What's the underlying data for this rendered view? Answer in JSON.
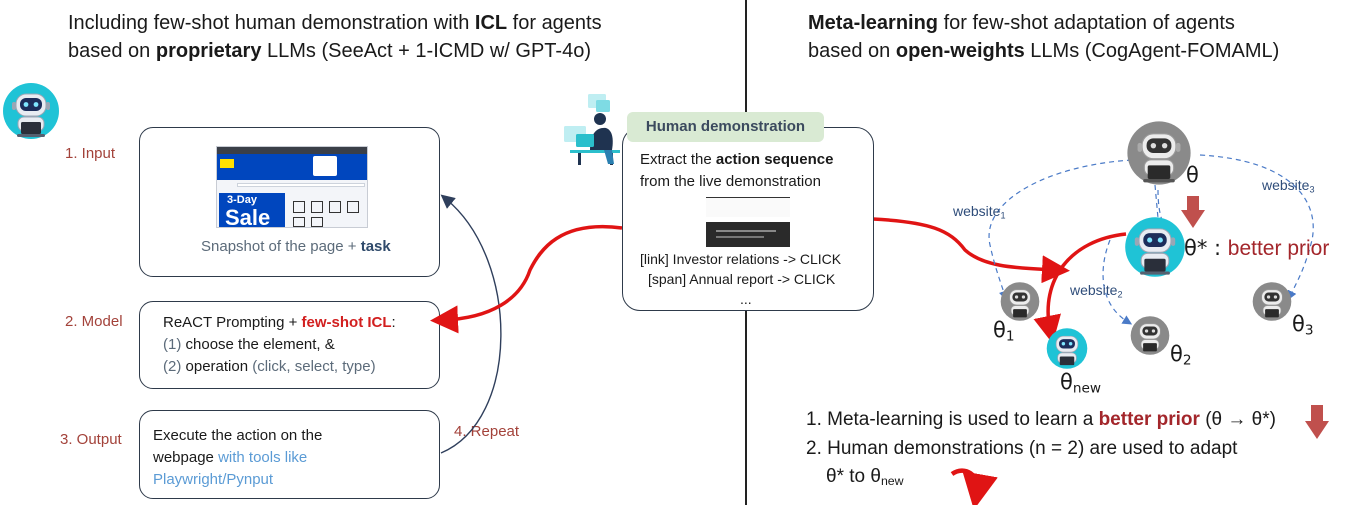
{
  "left": {
    "heading_line1_prefix": "Including few-shot human demonstration with ",
    "heading_line1_bold": "ICL",
    "heading_line1_suffix": " for agents",
    "heading_line2_prefix": "based on ",
    "heading_line2_bold": "proprietary",
    "heading_line2_suffix": " LLMs (SeeAct + 1-ICMD w/ GPT-4o)",
    "steps": {
      "input": "1. Input",
      "model": "2. Model",
      "output": "3. Output",
      "repeat": "4. Repeat"
    },
    "input_box": {
      "caption_prefix": "Snapshot of the page + ",
      "caption_bold": "task",
      "screenshot_sale_small": "3-Day",
      "screenshot_sale_big": "Sale"
    },
    "model_box": {
      "line1_prefix": "ReACT Prompting + ",
      "line1_bold": "few-shot ICL",
      "line1_suffix": ":",
      "line2_num": "(1)",
      "line2_text": " choose the element, &",
      "line3_num": "(2)",
      "line3_text": " operation ",
      "line3_grey": "(click, select, type)"
    },
    "output_box": {
      "line1": "Execute the action on the",
      "line2_prefix": "webpage ",
      "line2_blue": "with tools like",
      "line3_blue": "Playwright/Pynput"
    }
  },
  "middle": {
    "tag": "Human demonstration",
    "line1_prefix": "Extract the ",
    "line1_bold": "action sequence",
    "line2": "from the live demonstration",
    "action1": "[link] Investor relations -> CLICK",
    "action2": "[span] Annual report -> CLICK",
    "ellipsis": "..."
  },
  "right": {
    "heading_line1_bold": "Meta-learning",
    "heading_line1_suffix": " for few-shot adaptation of agents",
    "heading_line2_prefix": "based on ",
    "heading_line2_bold": "open-weights",
    "heading_line2_suffix": " LLMs (CogAgent-FOMAML)",
    "theta": "θ",
    "theta_star": "θ* : ",
    "better_prior_a": "better",
    "better_prior_b": " prior",
    "theta1_base": "θ",
    "theta1_sub": "1",
    "theta2_base": "θ",
    "theta2_sub": "2",
    "theta3_base": "θ",
    "theta3_sub": "3",
    "theta_new_base": "θ",
    "theta_new_sub": "new",
    "website1_base": "website",
    "website1_sub": "1",
    "website2_base": "website",
    "website2_sub": "2",
    "website3_base": "website",
    "website3_sub": "3",
    "point1_prefix": "1. Meta-learning is used to learn a ",
    "point1_bold": "better prior",
    "point1_suffix": " (θ → θ*)",
    "point2_line1": "2. Human demonstrations (n = 2) are used to adapt",
    "point2_line2_prefix": "θ* to θ",
    "point2_line2_sub": "new"
  }
}
